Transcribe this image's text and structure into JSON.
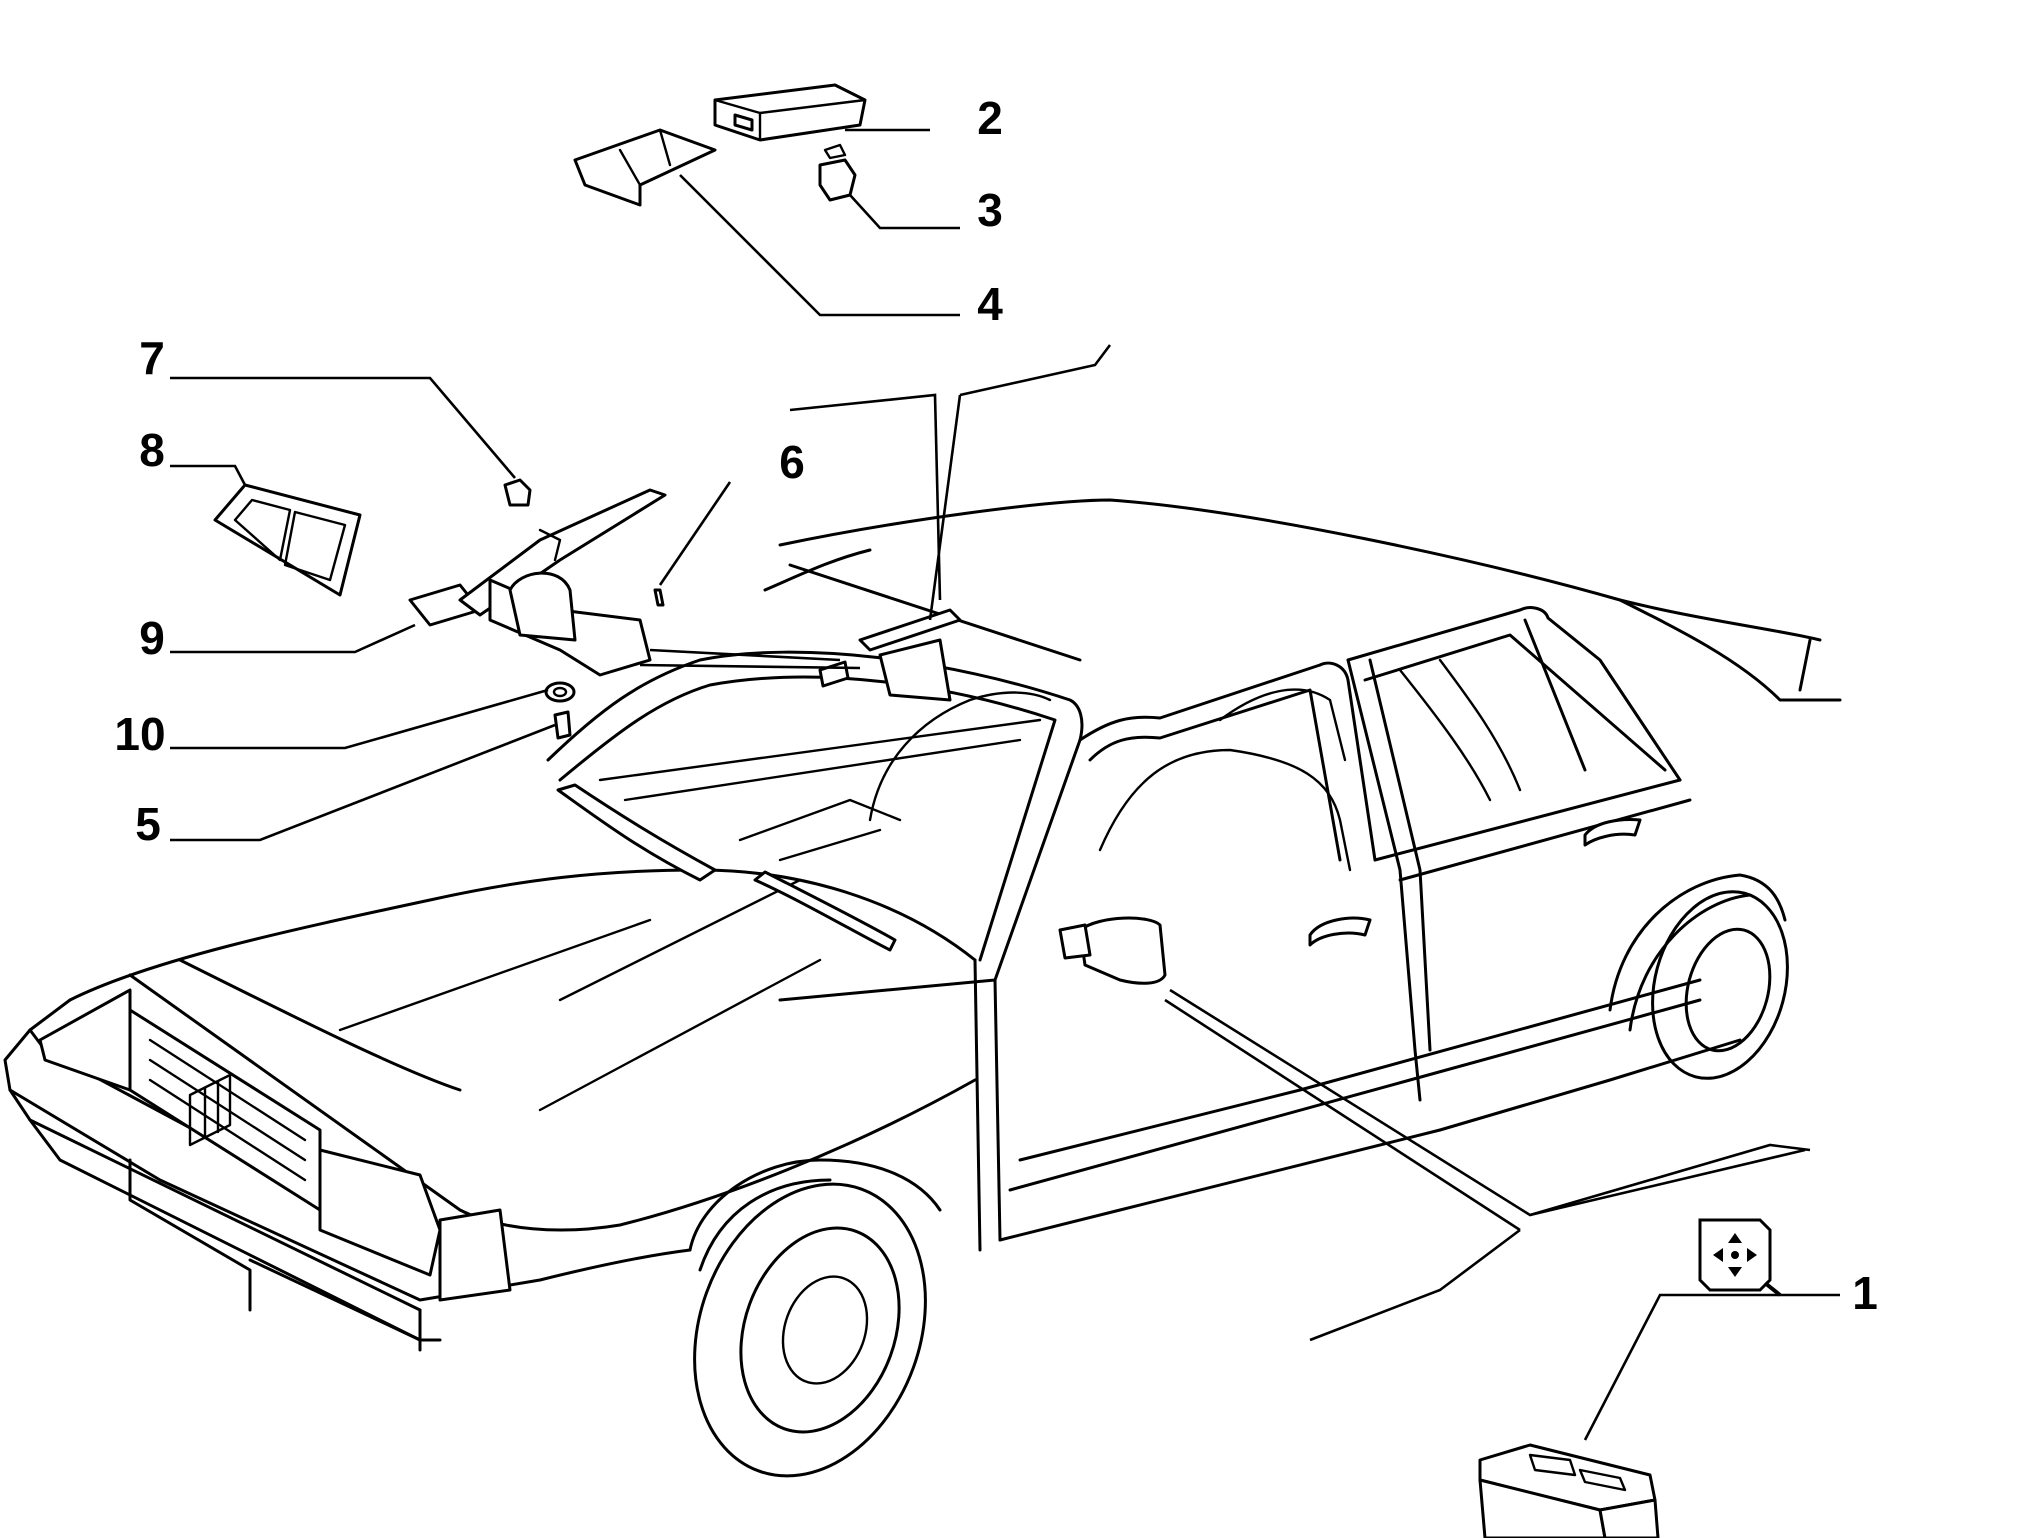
{
  "callouts": [
    {
      "id": "callout-1",
      "label": "1"
    },
    {
      "id": "callout-2",
      "label": "2"
    },
    {
      "id": "callout-3",
      "label": "3"
    },
    {
      "id": "callout-4",
      "label": "4"
    },
    {
      "id": "callout-5",
      "label": "5"
    },
    {
      "id": "callout-6",
      "label": "6"
    },
    {
      "id": "callout-7",
      "label": "7"
    },
    {
      "id": "callout-8",
      "label": "8"
    },
    {
      "id": "callout-9",
      "label": "9"
    },
    {
      "id": "callout-10",
      "label": "10"
    }
  ],
  "icons": {
    "adjust_symbol": "four-way-arrow-magnifier-icon"
  },
  "colors": {
    "ink": "#000000",
    "paper": "#ffffff"
  }
}
